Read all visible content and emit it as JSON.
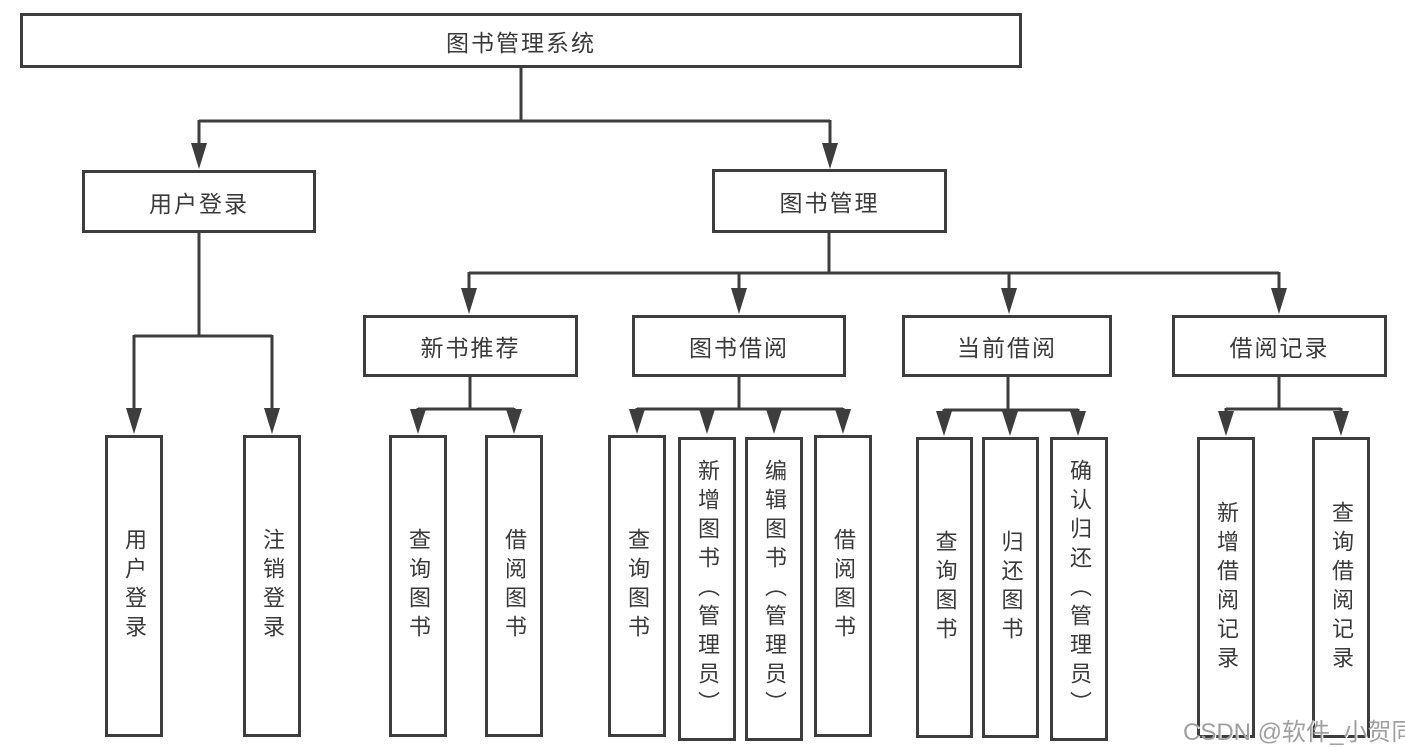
{
  "title": "图书管理系统",
  "nodes": {
    "root": "图书管理系统",
    "user_login": "用户登录",
    "book_mgmt": "图书管理",
    "new_book_rec": "新书推荐",
    "book_borrow": "图书借阅",
    "current_borrow": "当前借阅",
    "borrow_records": "借阅记录",
    "leaf_user_login": "用户登录",
    "leaf_logout": "注销登录",
    "leaf_rec_query_book": "查询图书",
    "leaf_rec_borrow_book": "借阅图书",
    "leaf_bb_query_book": "查询图书",
    "leaf_bb_add_book": "新增图书（管理员）",
    "leaf_bb_edit_book": "编辑图书（管理员）",
    "leaf_bb_borrow_book": "借阅图书",
    "leaf_cb_query_book": "查询图书",
    "leaf_cb_return_book": "归还图书",
    "leaf_cb_confirm_return": "确认归还（管理员）",
    "leaf_br_add_record": "新增借阅记录",
    "leaf_br_query_record": "查询借阅记录"
  },
  "watermark": "CSDN @软件_小贺同学",
  "colors": {
    "line": "#3d3d3d",
    "text": "#3a3a3a",
    "watermark": "#a0a0a0",
    "background": "#ffffff"
  }
}
